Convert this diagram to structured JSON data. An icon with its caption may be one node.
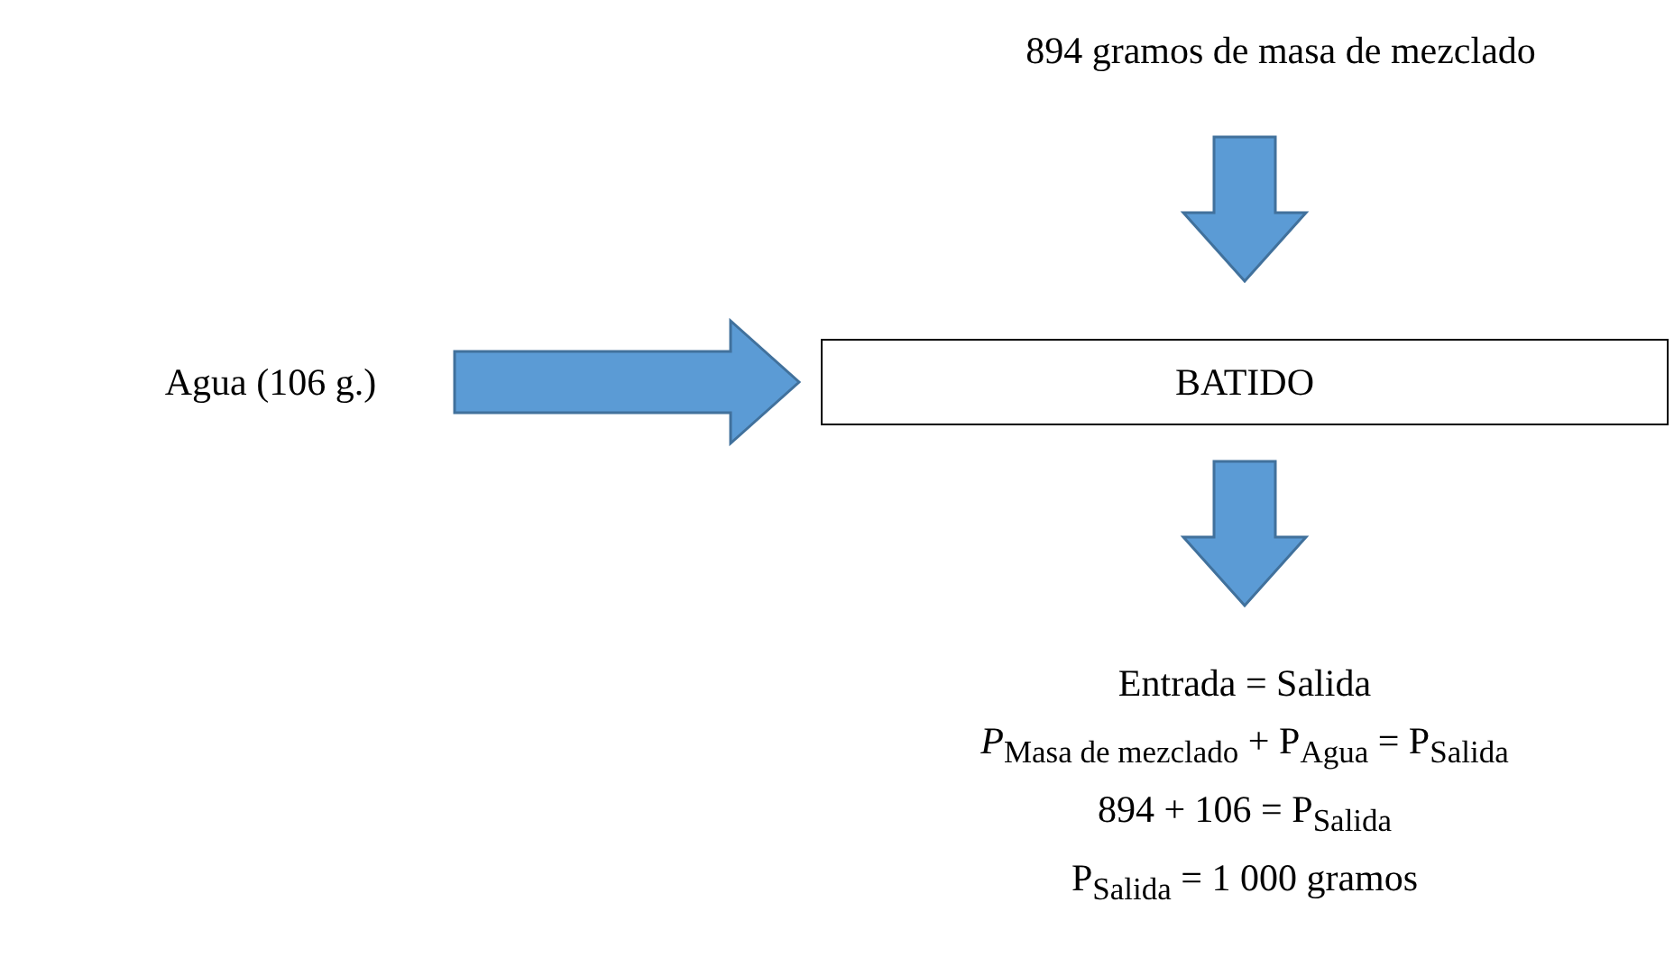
{
  "diagram": {
    "nodes": [
      {
        "text": [
          "894 gramos de masa de mezclado"
        ]
      },
      {
        "text": [
          "BATIDO"
        ]
      },
      {
        "text": [
          "Agua (106 g.)"
        ]
      },
      {
        "text": [
          "Entrada = Salida",
          "*P*$_{Masa de mezclado}$ + P$_{Agua}$ = P$_{Salida}$",
          "894  +  106 = P$_{Salida}$",
          "P$_{Salida}$ = 1 000 gramos"
        ]
      }
    ],
    "edges": [
      {
        "from": 0,
        "to": 1,
        "arrow": "to"
      },
      {
        "from": 2,
        "to": 1,
        "arrow": "to"
      },
      {
        "from": 1,
        "to": 3,
        "arrow": "to"
      }
    ]
  }
}
